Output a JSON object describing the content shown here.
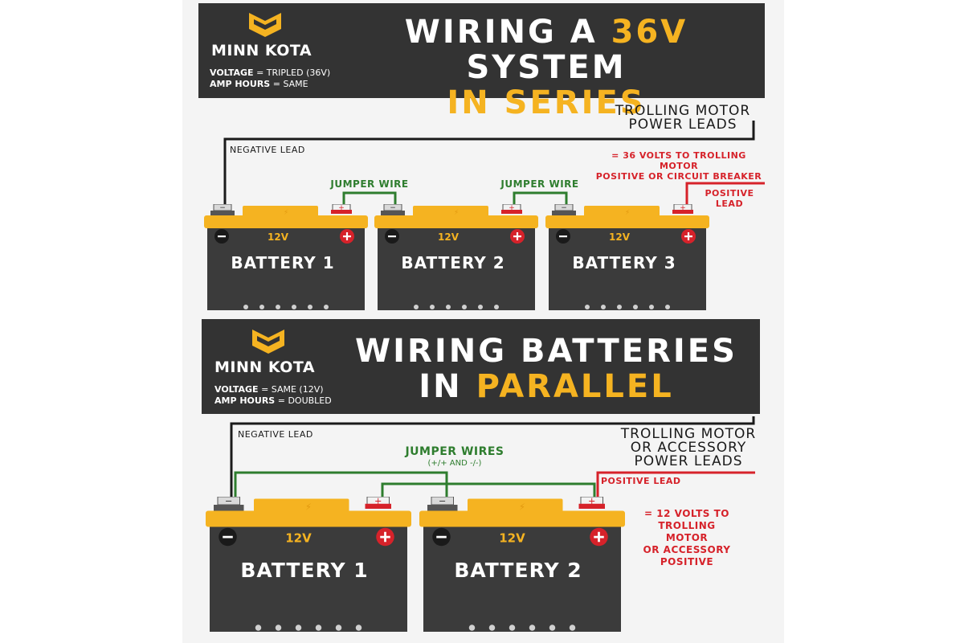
{
  "series": {
    "brand": "MINN KOTA",
    "title_line1_pre": "WIRING A ",
    "title_line1_accent": "36V",
    "title_line1_post": " SYSTEM",
    "title_line2": "IN SERIES",
    "voltage_key": "VOLTAGE",
    "voltage_value": " = TRIPLED (36V)",
    "amp_key": "AMP HOURS",
    "amp_value": " = SAME",
    "power_leads": "TROLLING MOTOR POWER LEADS",
    "negative_lead": "NEGATIVE LEAD",
    "result_line1": "= 36 VOLTS TO TROLLING MOTOR",
    "result_line2": "POSITIVE OR CIRCUIT BREAKER",
    "positive_lead_line1": "POSITIVE",
    "positive_lead_line2": "LEAD",
    "jumper1": "JUMPER WIRE",
    "jumper2": "JUMPER WIRE",
    "batteries": [
      {
        "name": "BATTERY 1",
        "volts": "12V"
      },
      {
        "name": "BATTERY 2",
        "volts": "12V"
      },
      {
        "name": "BATTERY 3",
        "volts": "12V"
      }
    ]
  },
  "parallel": {
    "brand": "MINN KOTA",
    "title_line1": "WIRING BATTERIES",
    "title_line2_pre": "IN ",
    "title_line2_accent": "PARALLEL",
    "voltage_key": "VOLTAGE",
    "voltage_value": " = SAME (12V)",
    "amp_key": "AMP HOURS",
    "amp_value": " = DOUBLED",
    "power_leads_line1": "TROLLING MOTOR",
    "power_leads_line2": "OR ACCESSORY",
    "power_leads_line3": "POWER LEADS",
    "negative_lead": "NEGATIVE LEAD",
    "positive_lead": "POSITIVE LEAD",
    "jumper_wires": "JUMPER WIRES",
    "jumper_sub": "(+/+ AND  -/-)",
    "result_line1": "= 12 VOLTS TO",
    "result_line2": "TROLLING MOTOR",
    "result_line3": "OR ACCESSORY",
    "result_line4": "POSITIVE",
    "batteries": [
      {
        "name": "BATTERY 1",
        "volts": "12V"
      },
      {
        "name": "BATTERY 2",
        "volts": "12V"
      }
    ]
  },
  "colors": {
    "battery_yellow": "#f5b321",
    "battery_dark": "#3b3b3b",
    "positive_red": "#d6222a",
    "jumper_green": "#2e7d2e",
    "banner": "#333333"
  }
}
